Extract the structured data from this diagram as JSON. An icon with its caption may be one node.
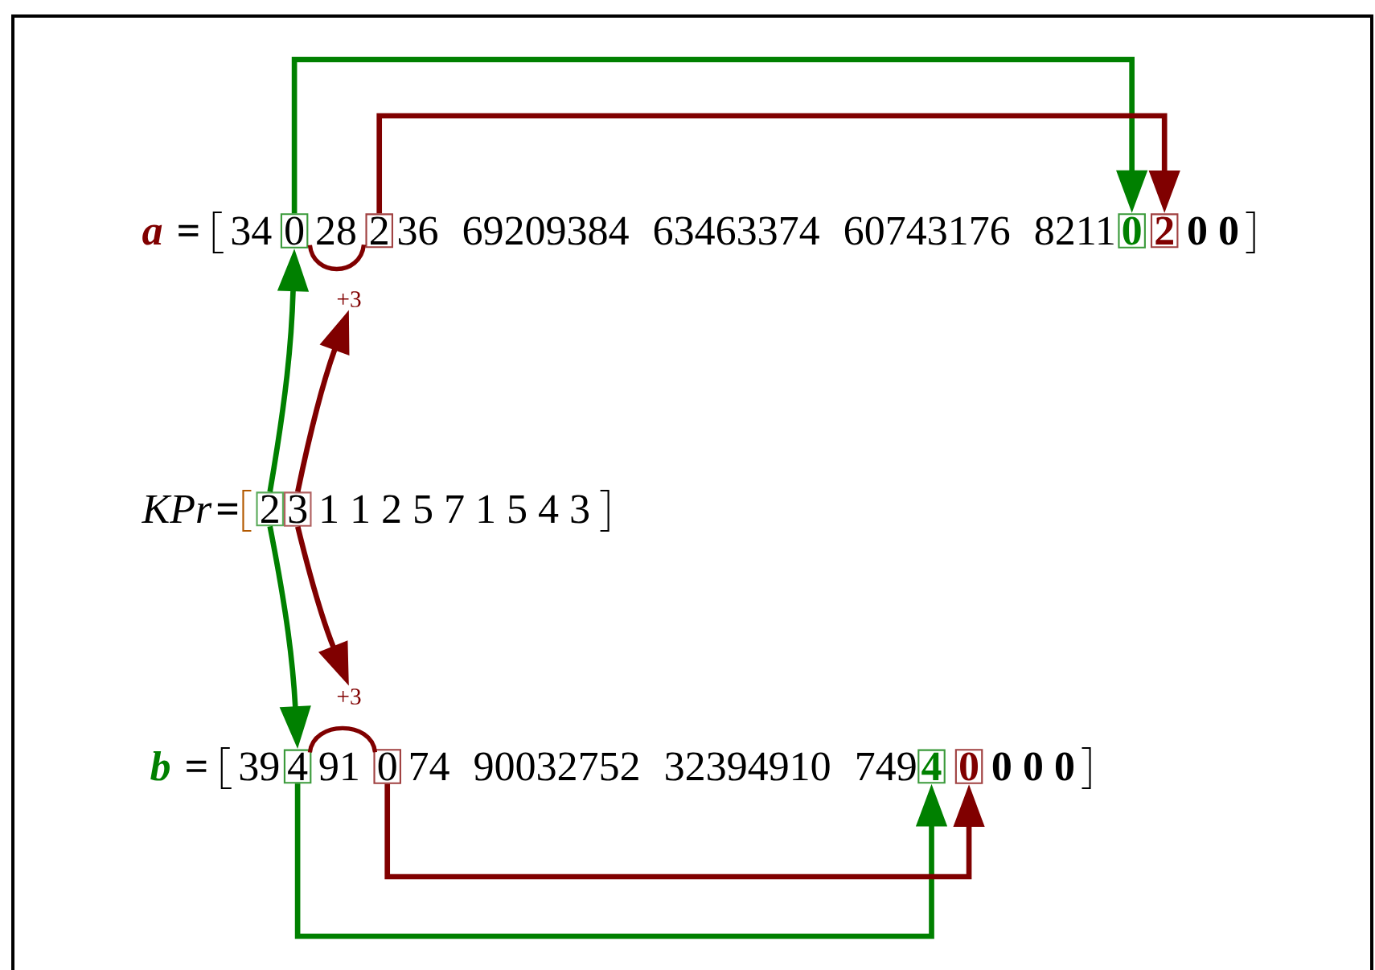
{
  "diagram": {
    "nodes": [
      {
        "text": [
          "0"
        ]
      },
      {
        "text": [
          "2"
        ]
      },
      {
        "text": [
          "0"
        ]
      },
      {
        "text": [
          "2"
        ]
      },
      {
        "text": [
          "2"
        ]
      },
      {
        "text": [
          "3"
        ]
      },
      {
        "text": [
          "4"
        ]
      },
      {
        "text": [
          "0"
        ]
      },
      {
        "text": [
          "4"
        ]
      },
      {
        "text": [
          "0"
        ]
      },
      {
        "text": [
          "+3"
        ]
      },
      {
        "text": [
          "+3"
        ]
      }
    ],
    "edges": [
      {
        "from": 0,
        "to": 2,
        "arrow": "to",
        "color": "#008000"
      },
      {
        "from": 1,
        "to": 3,
        "arrow": "to",
        "color": "#800000"
      },
      {
        "from": 4,
        "to": 0,
        "arrow": "to",
        "color": "#008000"
      },
      {
        "from": 4,
        "to": 6,
        "arrow": "to",
        "color": "#008000"
      },
      {
        "from": 5,
        "to": 10,
        "arrow": "to",
        "color": "#800000"
      },
      {
        "from": 5,
        "to": 11,
        "arrow": "to",
        "color": "#800000"
      },
      {
        "from": 6,
        "to": 8,
        "arrow": "to",
        "color": "#008000"
      },
      {
        "from": 7,
        "to": 9,
        "arrow": "to",
        "color": "#800000"
      }
    ],
    "labels": [
      "a",
      "=",
      "34",
      "28",
      "36",
      "69209384",
      "63463374",
      "60743176",
      "8211",
      "0",
      "0",
      "KPr",
      "=",
      "1 1 2 5 7 1 5 4 3",
      "b",
      "=",
      "39",
      "91",
      "74",
      "90032752",
      "32394910",
      "749",
      "0",
      "0",
      "0"
    ]
  }
}
